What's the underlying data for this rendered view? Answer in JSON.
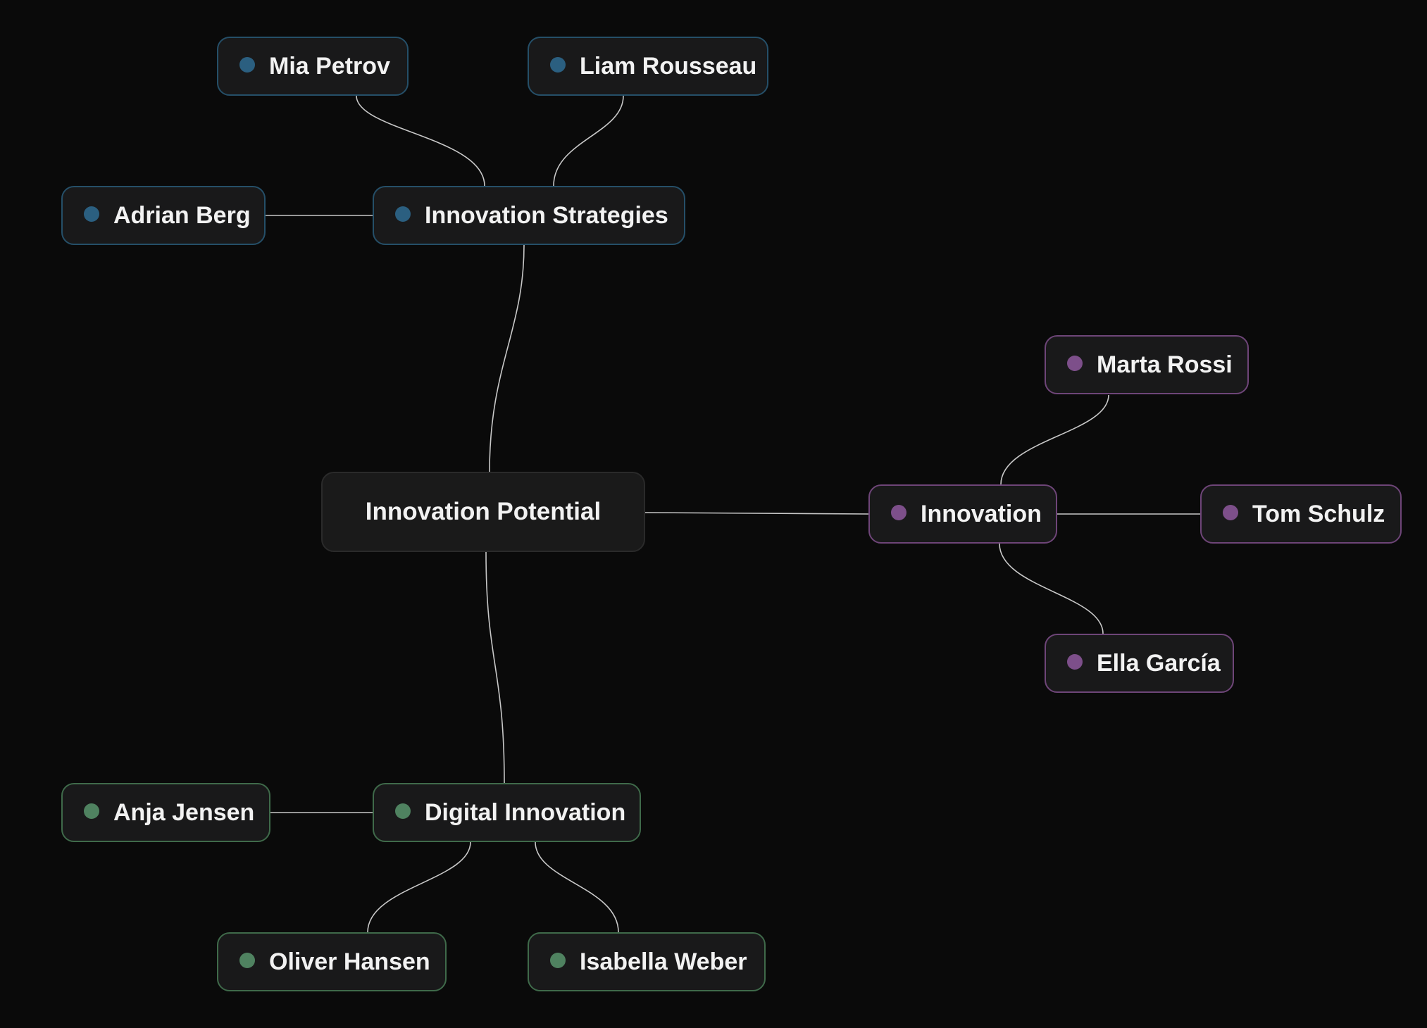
{
  "mindmap": {
    "root": {
      "label": "Innovation Potential"
    },
    "branches": [
      {
        "label": "Innovation Strategies",
        "color": "#2b5f80",
        "border_color": "#254f68",
        "children": [
          "Mia Petrov",
          "Liam Rousseau",
          "Adrian Berg"
        ]
      },
      {
        "label": "Innovation",
        "color": "#7d4f8a",
        "border_color": "#6e4578",
        "children": [
          "Marta Rossi",
          "Tom Schulz",
          "Ella García"
        ]
      },
      {
        "label": "Digital Innovation",
        "color": "#4f8260",
        "border_color": "#3f6a4a",
        "children": [
          "Anja Jensen",
          "Oliver Hansen",
          "Isabella Weber"
        ]
      }
    ]
  }
}
